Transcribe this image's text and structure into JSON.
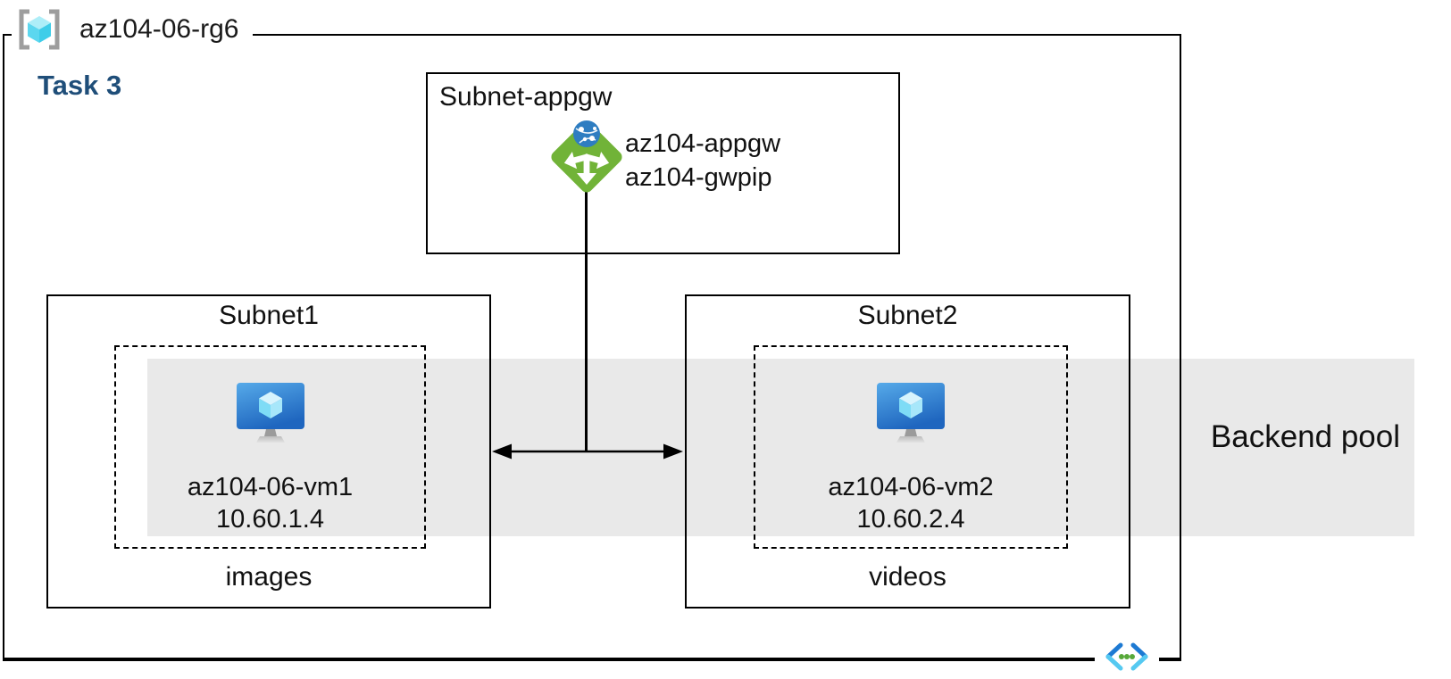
{
  "diagram": {
    "resource_group": "az104-06-rg6",
    "task": "Task 3",
    "appgw_subnet": {
      "name": "Subnet-appgw",
      "gateway": "az104-appgw",
      "public_ip": "az104-gwpip"
    },
    "subnet1": {
      "name": "Subnet1",
      "vm": "az104-06-vm1",
      "ip": "10.60.1.4",
      "storage": "images"
    },
    "subnet2": {
      "name": "Subnet2",
      "vm": "az104-06-vm2",
      "ip": "10.60.2.4",
      "storage": "videos"
    },
    "backend_pool": "Backend pool"
  },
  "icons": {
    "resource_group": "resource-group-icon (gray brackets with cyan cube)",
    "application_gateway": "application-gateway-icon (green diamond, white arrows, blue globe)",
    "virtual_machine": "virtual-machine-icon (blue monitor with cyan cube)",
    "virtual_network": "virtual-network-icon (blue chevrons with green dots)"
  },
  "colors": {
    "band_gray": "#e9e9e9",
    "task_blue": "#1f4e79",
    "line_black": "#000000",
    "appgw_green": "#71b338",
    "globe_blue": "#2e7dc1",
    "vm_blue_top": "#56aae9",
    "vm_blue_bottom": "#1f66bf",
    "cube_cyan_light": "#d8f4fd",
    "cube_cyan_mid": "#7edcf6",
    "rg_bracket_gray": "#9d9d9d",
    "vnet_dark_blue": "#1d7ad3",
    "vnet_light_blue": "#55c9f1",
    "vnet_green": "#57a839"
  }
}
